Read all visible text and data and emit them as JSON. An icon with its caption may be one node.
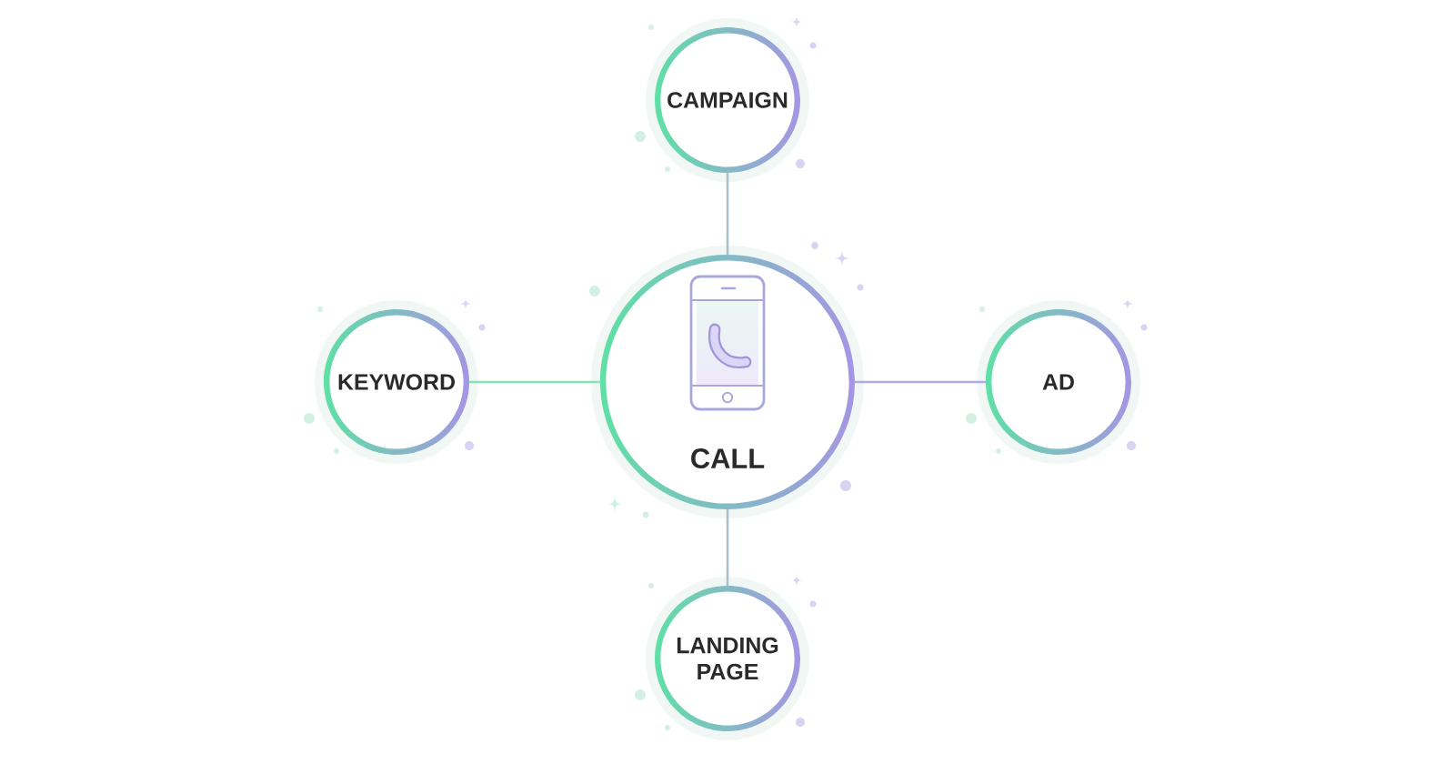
{
  "diagram": {
    "nodes": [
      {
        "text": [
          "CAMPAIGN"
        ]
      },
      {
        "text": [
          "KEYWORD"
        ]
      },
      {
        "text": [
          "CALL"
        ]
      },
      {
        "text": [
          "AD"
        ]
      },
      {
        "text": [
          "LANDING PAGE"
        ]
      }
    ],
    "edges": [
      {
        "from": 0,
        "to": 2,
        "arrow": "none"
      },
      {
        "from": 1,
        "to": 2,
        "arrow": "none",
        "color": "#86e3b6"
      },
      {
        "from": 2,
        "to": 3,
        "arrow": "none",
        "color": "#b4a8e6"
      },
      {
        "from": 2,
        "to": 4,
        "arrow": "none"
      }
    ]
  }
}
